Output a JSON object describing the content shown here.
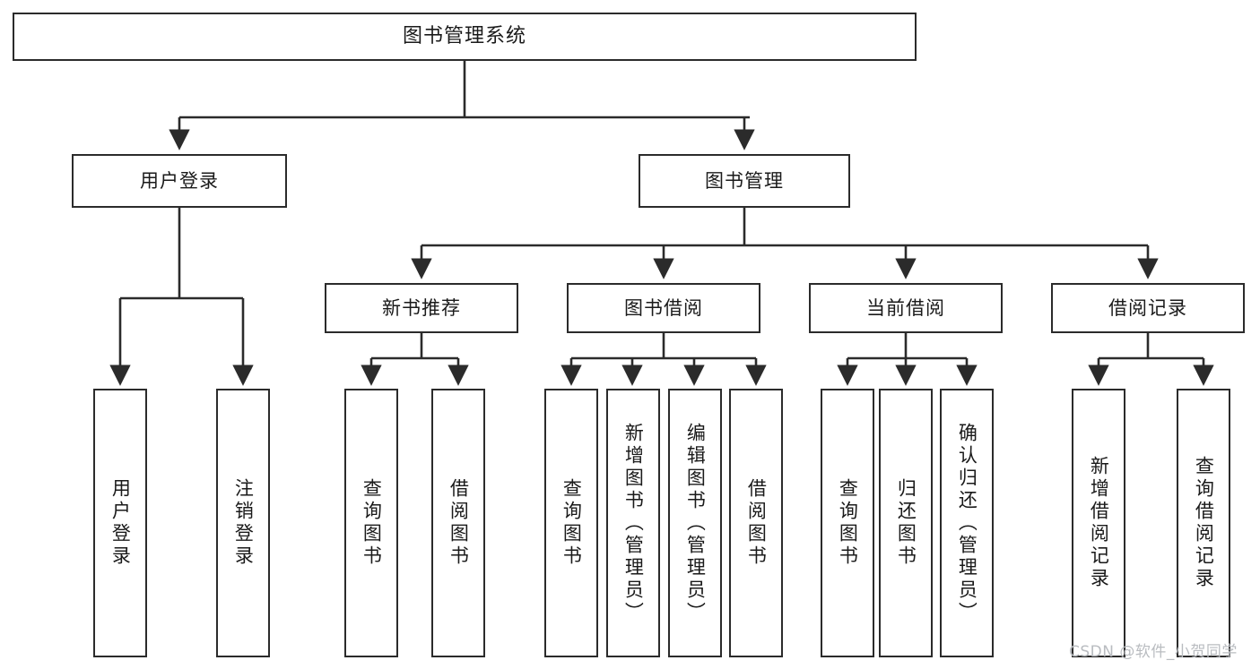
{
  "diagram": {
    "type": "tree-hierarchy",
    "title": "图书管理系统",
    "root": {
      "id": "root",
      "label": "图书管理系统"
    },
    "level2": [
      {
        "id": "user-login",
        "label": "用户登录"
      },
      {
        "id": "book-manage",
        "label": "图书管理"
      }
    ],
    "level3": [
      {
        "id": "new-book-rec",
        "label": "新书推荐",
        "parent": "book-manage"
      },
      {
        "id": "book-borrow",
        "label": "图书借阅",
        "parent": "book-manage"
      },
      {
        "id": "current-borrow",
        "label": "当前借阅",
        "parent": "book-manage"
      },
      {
        "id": "borrow-record",
        "label": "借阅记录",
        "parent": "book-manage"
      }
    ],
    "leaves": [
      {
        "id": "leaf-user-login",
        "label": "用户登录",
        "parent": "user-login"
      },
      {
        "id": "leaf-logout",
        "label": "注销登录",
        "parent": "user-login"
      },
      {
        "id": "leaf-query-book-1",
        "label": "查询图书",
        "parent": "new-book-rec"
      },
      {
        "id": "leaf-borrow-book-1",
        "label": "借阅图书",
        "parent": "new-book-rec"
      },
      {
        "id": "leaf-query-book-2",
        "label": "查询图书",
        "parent": "book-borrow"
      },
      {
        "id": "leaf-add-book",
        "label": "新增图书（管理员）",
        "parent": "book-borrow"
      },
      {
        "id": "leaf-edit-book",
        "label": "编辑图书（管理员）",
        "parent": "book-borrow"
      },
      {
        "id": "leaf-borrow-book-2",
        "label": "借阅图书",
        "parent": "book-borrow"
      },
      {
        "id": "leaf-query-book-3",
        "label": "查询图书",
        "parent": "current-borrow"
      },
      {
        "id": "leaf-return-book",
        "label": "归还图书",
        "parent": "current-borrow"
      },
      {
        "id": "leaf-confirm-return",
        "label": "确认归还（管理员）",
        "parent": "current-borrow"
      },
      {
        "id": "leaf-add-record",
        "label": "新增借阅记录",
        "parent": "borrow-record"
      },
      {
        "id": "leaf-query-record",
        "label": "查询借阅记录",
        "parent": "borrow-record"
      }
    ],
    "colors": {
      "stroke": "#2b2b2b",
      "fill": "#ffffff",
      "text": "#1a1a1a",
      "watermark": "#b9bcc0"
    }
  },
  "watermark": {
    "text": "CSDN @软件_小贺同学"
  }
}
